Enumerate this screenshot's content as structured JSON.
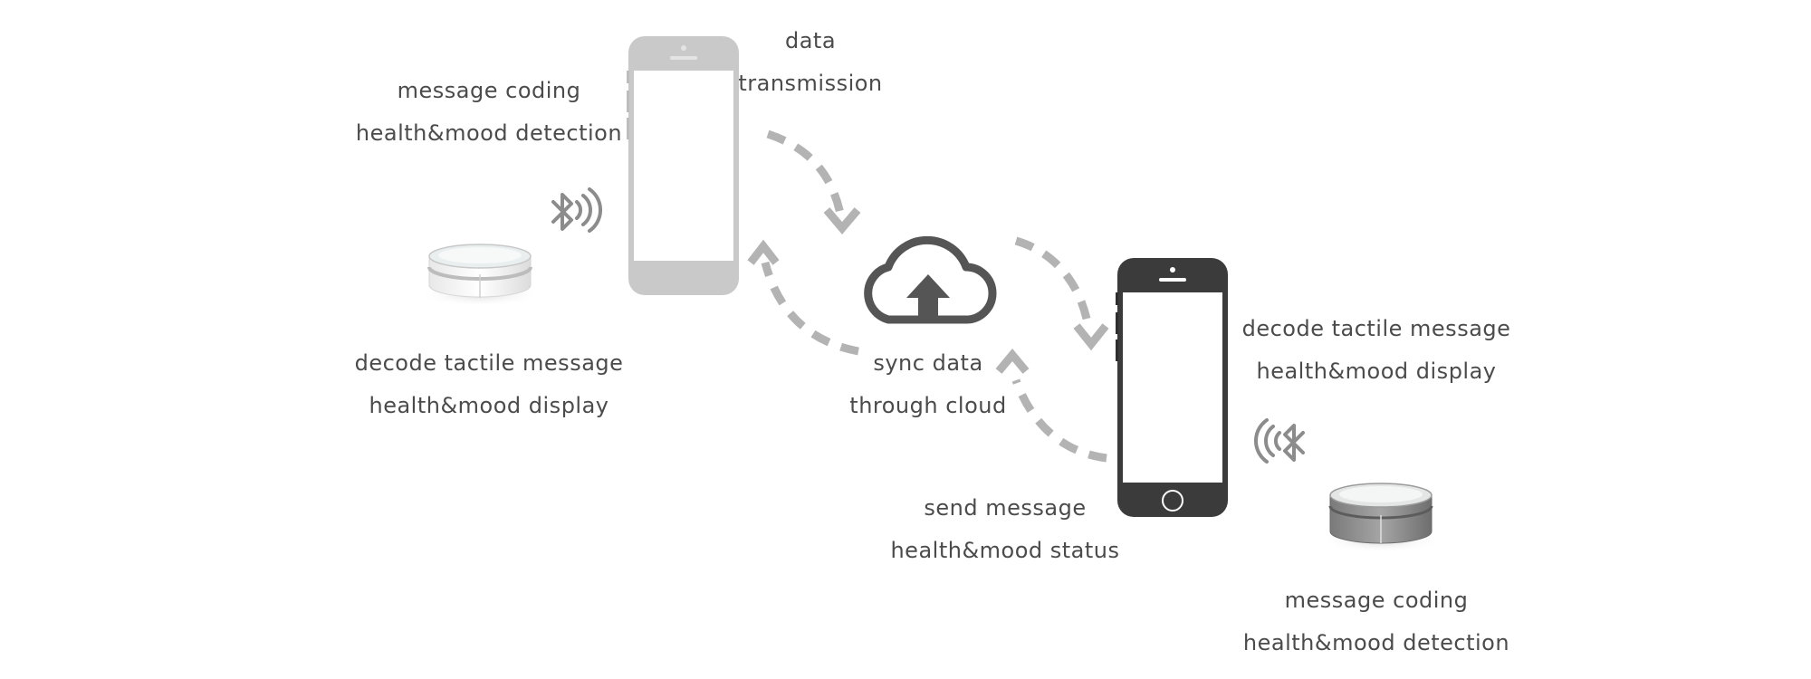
{
  "left_user": {
    "top_label": {
      "line1": "message coding",
      "line2": "health&mood detection"
    },
    "bottom_label": {
      "line1": "decode tactile message",
      "line2": "health&mood display"
    }
  },
  "center": {
    "top_label": {
      "line1": "data",
      "line2": "transmission"
    },
    "cloud_label": {
      "line1": "sync data",
      "line2": "through cloud"
    },
    "bottom_label": {
      "line1": "send message",
      "line2": "health&mood status"
    }
  },
  "right_user": {
    "top_label": {
      "line1": "decode tactile message",
      "line2": "health&mood display"
    },
    "bottom_label": {
      "line1": "message coding",
      "line2": "health&mood detection"
    }
  },
  "colors": {
    "text": "#4b4b4b",
    "arrow": "#b3b3b3",
    "phone_light": "#c9c9c9",
    "phone_dark": "#3b3b3b",
    "cloud": "#555555",
    "wireless_icon": "#8c8c8c"
  },
  "icons": {
    "left_wireless": "bluetooth-signal-icon",
    "right_wireless": "bluetooth-signal-icon",
    "cloud": "cloud-upload-icon"
  }
}
